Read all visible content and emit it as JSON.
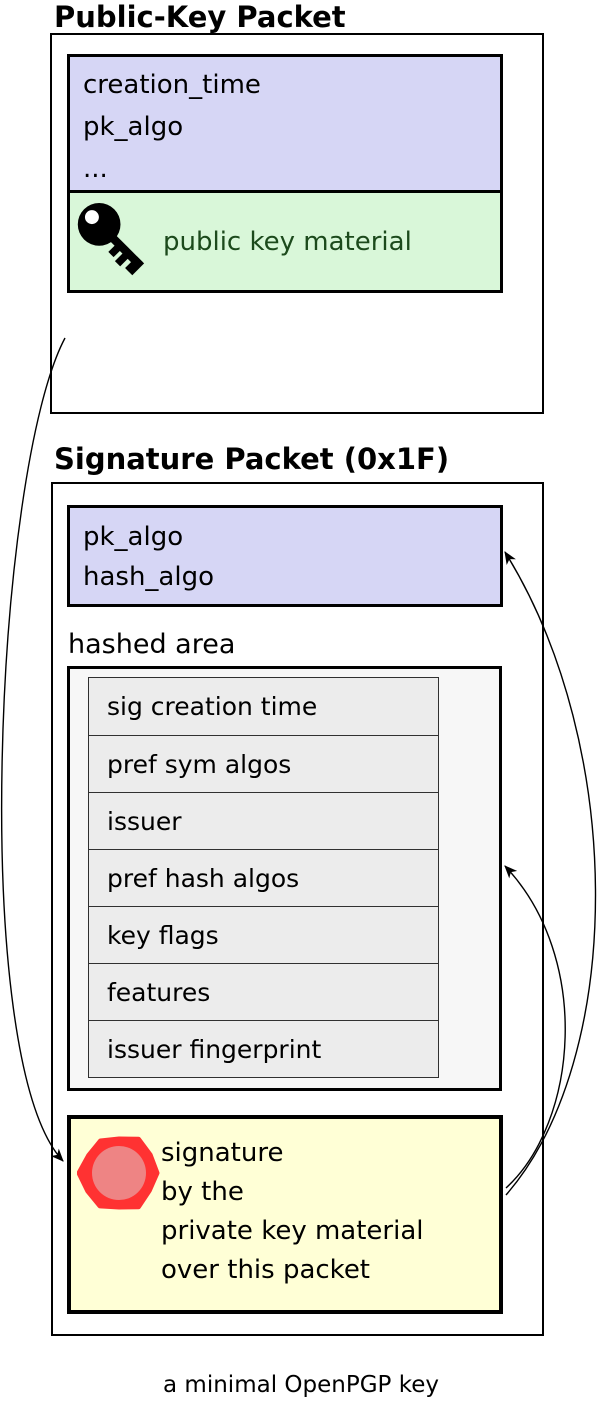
{
  "public_key_packet": {
    "title": "Public-Key Packet",
    "header_fields": [
      "creation_time",
      "pk_algo",
      "..."
    ],
    "key_material_label": "public key material"
  },
  "signature_packet": {
    "title": "Signature Packet (0x1F)",
    "header_fields": [
      "pk_algo",
      "hash_algo"
    ],
    "hashed_area_label": "hashed area",
    "hashed_subpackets": [
      "sig creation time",
      "pref sym algos",
      "issuer",
      "pref hash algos",
      "key flags",
      "features",
      "issuer fingerprint"
    ],
    "signature_lines": [
      "signature",
      "by the",
      "private key material",
      "over this packet"
    ]
  },
  "caption": "a minimal OpenPGP key",
  "icons": {
    "public_key": "key-icon",
    "signature": "seal-icon"
  },
  "colors": {
    "field_header_bg": "#d6d6f5",
    "key_material_bg": "#d9f7d9",
    "key_material_text": "#1c4a1c",
    "hashed_area_bg": "#f7f7f7",
    "subpacket_bg": "#ececec",
    "signature_bg": "#ffffd6",
    "seal_ring": "#ff3232",
    "seal_center": "#ee8484",
    "line": "#000000"
  }
}
